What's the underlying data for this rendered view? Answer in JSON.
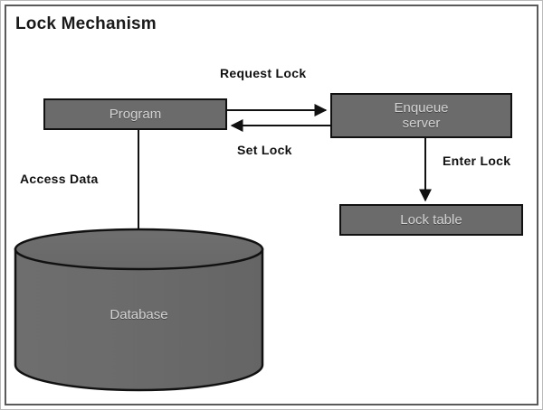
{
  "diagram": {
    "title": "Lock Mechanism",
    "nodes": [
      {
        "id": "program",
        "label": "Program",
        "shape": "rectangle"
      },
      {
        "id": "enqueue",
        "label_line1": "Enqueue",
        "label_line2": "server",
        "label": "Enqueue server",
        "shape": "rectangle"
      },
      {
        "id": "lock_table",
        "label": "Lock table",
        "shape": "rectangle"
      },
      {
        "id": "database",
        "label": "Database",
        "shape": "cylinder"
      }
    ],
    "edges": [
      {
        "id": "request-lock",
        "label": "Request Lock",
        "from": "program",
        "to": "enqueue",
        "direction": "right"
      },
      {
        "id": "set-lock",
        "label": "Set Lock",
        "from": "enqueue",
        "to": "program",
        "direction": "left"
      },
      {
        "id": "enter-lock",
        "label": "Enter Lock",
        "from": "enqueue",
        "to": "lock_table",
        "direction": "down"
      },
      {
        "id": "access-data",
        "label": "Access Data",
        "from": "program",
        "to": "database",
        "direction": "none"
      }
    ],
    "colors": {
      "node_fill": "#6b6b6b",
      "node_border": "#111111",
      "node_text": "#d2d2d2",
      "label_text": "#111111",
      "frame_border": "#5a5a5a",
      "background": "#ffffff"
    }
  }
}
